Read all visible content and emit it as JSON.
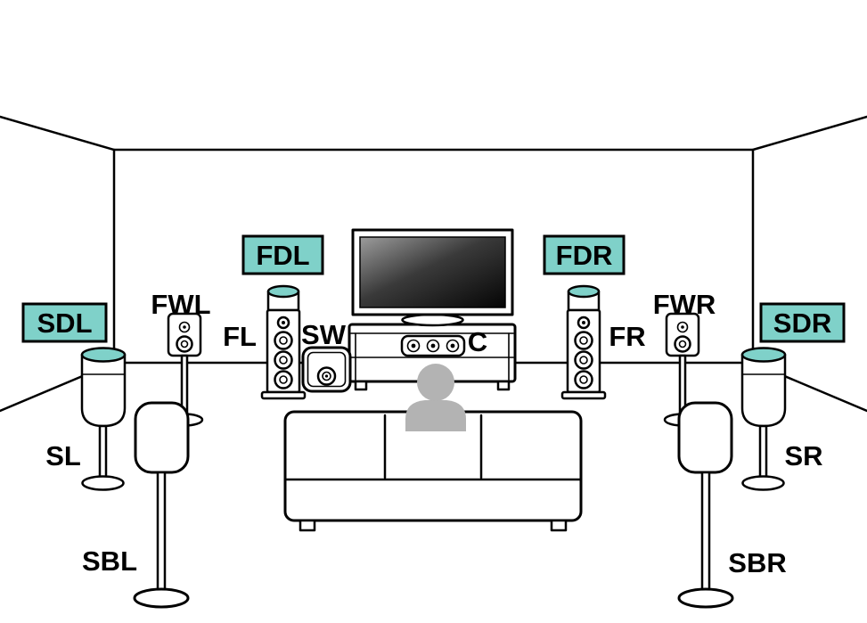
{
  "diagram": {
    "colors": {
      "highlight": "#7fd1c9",
      "listener": "#b3b3b3"
    },
    "speaker_labels": {
      "fdl": "FDL",
      "fdr": "FDR",
      "sdl": "SDL",
      "sdr": "SDR",
      "fwl": "FWL",
      "fwr": "FWR",
      "fl": "FL",
      "fr": "FR",
      "sw": "SW",
      "c": "C",
      "sl": "SL",
      "sr": "SR",
      "sbl": "SBL",
      "sbr": "SBR"
    }
  }
}
